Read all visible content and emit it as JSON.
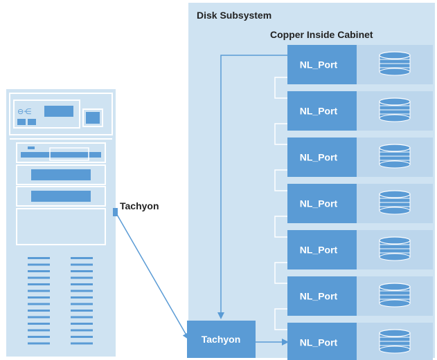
{
  "subsystem": {
    "title": "Disk Subsystem",
    "cabinet_label": "Copper Inside Cabinet"
  },
  "server": {
    "port_label": "Tachyon"
  },
  "controller": {
    "label": "Tachyon"
  },
  "ports": [
    {
      "label": "NL_Port"
    },
    {
      "label": "NL_Port"
    },
    {
      "label": "NL_Port"
    },
    {
      "label": "NL_Port"
    },
    {
      "label": "NL_Port"
    },
    {
      "label": "NL_Port"
    },
    {
      "label": "NL_Port"
    }
  ],
  "colors": {
    "panel": "#cfe3f2",
    "box": "#5a9bd5",
    "box_light": "#bcd6ec",
    "line": "#5a9bd5",
    "label_on_box": "#ffffff",
    "label_dark": "#222222",
    "server_body": "#cfe3f2",
    "server_edge": "#ffffff"
  },
  "icons": {
    "disk": "disk-stack-icon",
    "server": "server-tower-icon",
    "arrow": "arrow-head-icon"
  }
}
